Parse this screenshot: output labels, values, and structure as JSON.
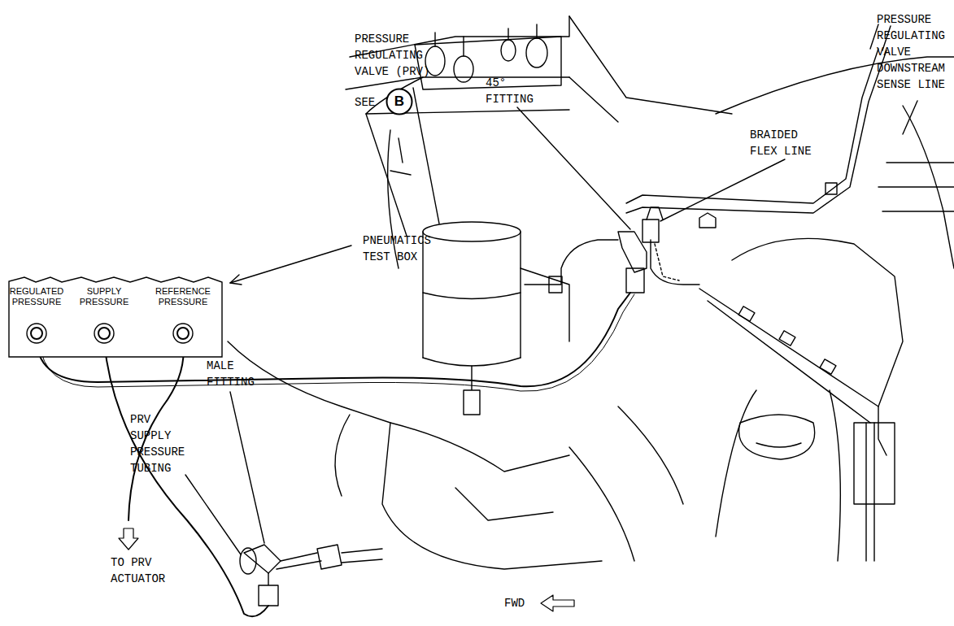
{
  "diagram": {
    "nodes": [
      {
        "text": [
          "REGULATED PRESSURE",
          "SUPPLY PRESSURE",
          "REFERENCE PRESSURE"
        ]
      },
      {
        "text": [
          "B"
        ]
      }
    ],
    "labels": [
      "PRESSURE REGULATING VALVE (PRV)",
      "SEE",
      "45° FITTING",
      "BRAIDED FLEX LINE",
      "PRESSURE REGULATING VALVE DOWNSTREAM SENSE LINE",
      "PNEUMATICS TEST BOX",
      "MALE FITTING",
      "PRV SUPPLY PRESSURE TUBING",
      "TO PRV ACTUATOR",
      "FWD"
    ]
  }
}
